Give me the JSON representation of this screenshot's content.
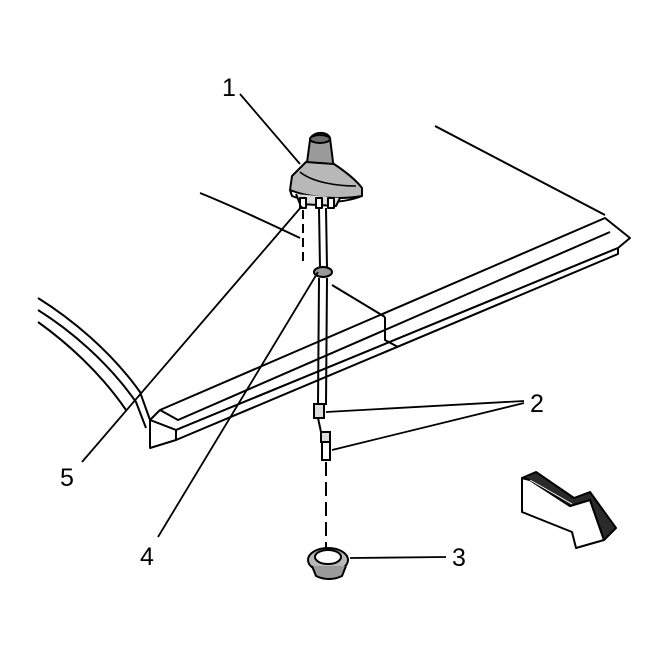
{
  "colors": {
    "ink": "#000000",
    "paper": "#ffffff",
    "shade": "#b8b8b8",
    "shade_dark": "#6e6e6e"
  },
  "callouts": [
    {
      "id": "1",
      "text": "1"
    },
    {
      "id": "2",
      "text": "2"
    },
    {
      "id": "3",
      "text": "3"
    },
    {
      "id": "4",
      "text": "4"
    },
    {
      "id": "5",
      "text": "5"
    }
  ],
  "icons": {
    "orientation_arrow": "view-direction-arrow-icon"
  }
}
